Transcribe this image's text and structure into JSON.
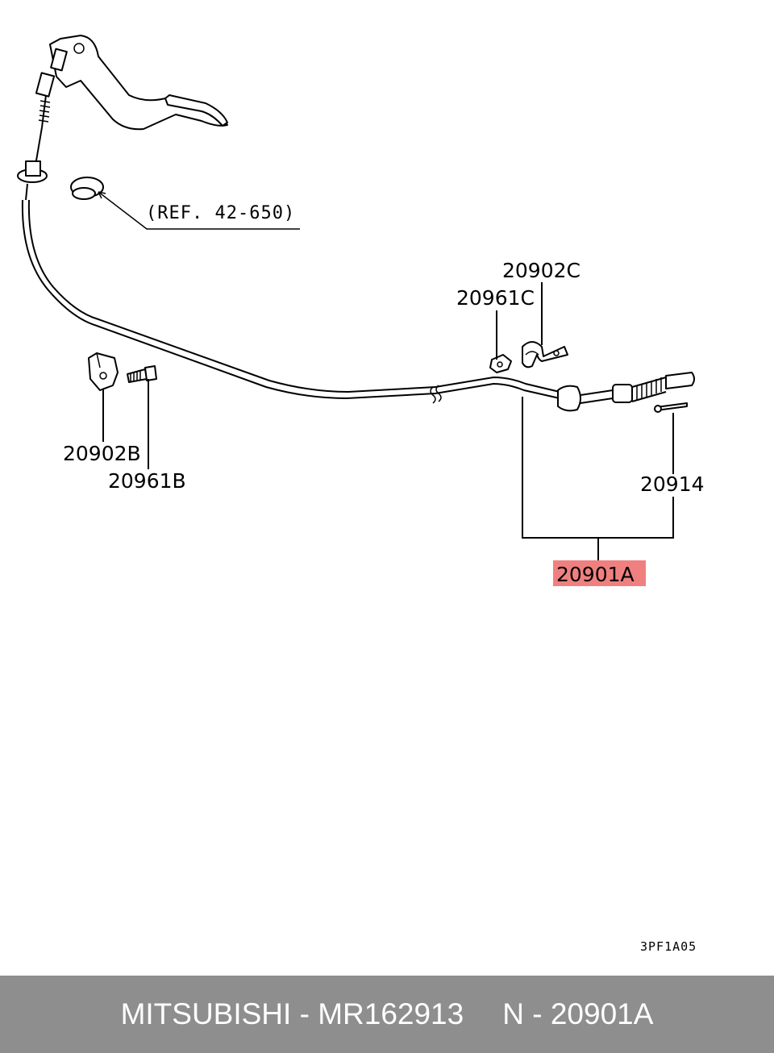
{
  "diagram": {
    "labels": {
      "ref": "(REF. 42-650)",
      "p20902C": "20902C",
      "p20961C": "20961C",
      "p20902B": "20902B",
      "p20961B": "20961B",
      "p20914": "20914",
      "p20901A": "20901A"
    },
    "highlight_color": "#f08080",
    "drawing_code": "3PF1A05"
  },
  "footer": {
    "brand": "MITSUBISHI",
    "separator": "-",
    "part_number": "MR162913",
    "ref_prefix": "N",
    "ref_code": "20901A",
    "background": "#8e8e8e"
  }
}
